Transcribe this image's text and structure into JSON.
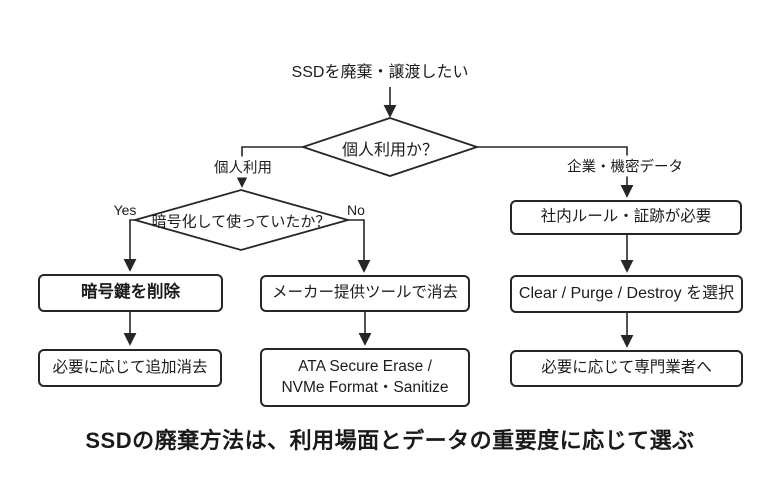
{
  "caption": "SSDの廃棄方法は、利用場面とデータの重要度に応じて選ぶ",
  "colors": {
    "line": "#262626",
    "text": "#1c1c1c",
    "background": "#ffffff"
  },
  "nodes": {
    "start": {
      "label": "SSDを廃棄・譲渡したい"
    },
    "decision_usage": {
      "label": "個人利用か？"
    },
    "decision_encrypted": {
      "label": "暗号化して使っていたか？"
    },
    "box_delete_key": {
      "label": "暗号鍵を削除"
    },
    "box_extra_erase": {
      "label": "必要に応じて追加消去"
    },
    "box_vendor_tool": {
      "label": "メーカー提供ツールで消去"
    },
    "box_secure_erase": {
      "line1": "ATA Secure Erase /",
      "line2": "NVMe Format・Sanitize"
    },
    "box_company_rules": {
      "label": "社内ルール・証跡が必要"
    },
    "box_clear_purge_destroy": {
      "label": "Clear / Purge / Destroy を選択"
    },
    "box_specialist": {
      "label": "必要に応じて専門業者へ"
    }
  },
  "edges": {
    "personal": "個人利用",
    "corporate": "企業・機密データ",
    "yes": "Yes",
    "no": "No"
  }
}
